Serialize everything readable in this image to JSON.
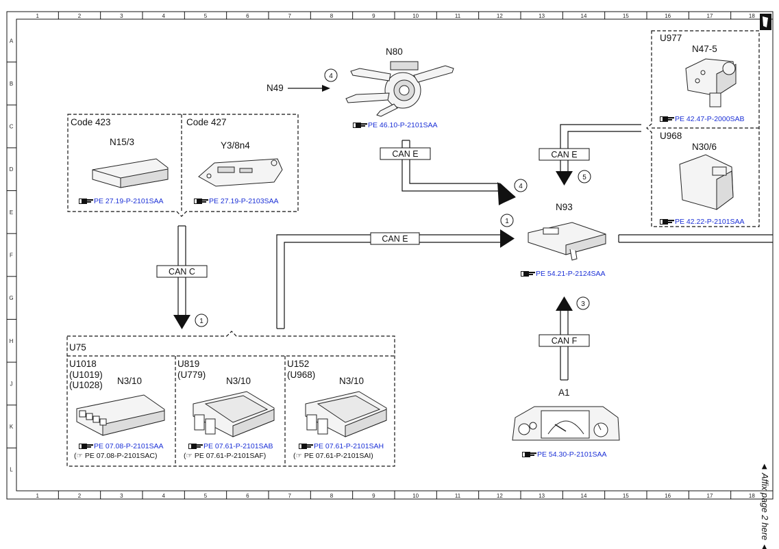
{
  "grid": {
    "columns": [
      "1",
      "2",
      "3",
      "4",
      "5",
      "6",
      "7",
      "8",
      "9",
      "10",
      "11",
      "12",
      "13",
      "14",
      "15",
      "16",
      "17",
      "18"
    ],
    "rows": [
      "A",
      "B",
      "C",
      "D",
      "E",
      "F",
      "G",
      "H",
      "J",
      "K",
      "L"
    ]
  },
  "side_note": "◄ Affix page 2 here ◄",
  "ref_icon": "pointing-hand-icon",
  "colors": {
    "reference": "#1a2fd6",
    "line": "#111111"
  },
  "groups": {
    "code423": {
      "title": "Code 423",
      "part": "N15/3",
      "ref": "PE 27.19-P-2101SAA"
    },
    "code427": {
      "title": "Code 427",
      "part": "Y3/8n4",
      "ref": "PE 27.19-P-2103SAA"
    },
    "u75": {
      "title": "U75"
    },
    "u1018": {
      "title1": "U1018",
      "title2": "(U1019)",
      "title3": "(U1028)",
      "part": "N3/10",
      "ref": "PE 07.08-P-2101SAA",
      "ref_alt": "(☞ PE 07.08-P-2101SAC)"
    },
    "u819": {
      "title1": "U819",
      "title2": "(U779)",
      "part": "N3/10",
      "ref": "PE 07.61-P-2101SAB",
      "ref_alt": "(☞ PE 07.61-P-2101SAF)"
    },
    "u152": {
      "title1": "U152",
      "title2": "(U968)",
      "part": "N3/10",
      "ref": "PE 07.61-P-2101SAH",
      "ref_alt": "(☞ PE 07.61-P-2101SAI)"
    },
    "u977": {
      "title": "U977",
      "part": "N47-5",
      "ref": "PE 42.47-P-2000SAB"
    },
    "u968": {
      "title": "U968",
      "part": "N30/6",
      "ref": "PE 42.22-P-2101SAA"
    }
  },
  "components": {
    "n80": {
      "part": "N80",
      "ref": "PE 46.10-P-2101SAA"
    },
    "n49": {
      "label": "N49"
    },
    "n93": {
      "part": "N93",
      "ref": "PE 54.21-P-2124SAA"
    },
    "a1": {
      "part": "A1",
      "ref": "PE 54.30-P-2101SAA"
    }
  },
  "buses": {
    "can_c": "CAN C",
    "can_e_top": "CAN E",
    "can_e_mid": "CAN E",
    "can_e_right": "CAN E",
    "can_f": "CAN F"
  },
  "markers": {
    "m1_left": "1",
    "m1_mid": "1",
    "m3": "3",
    "m4_top": "4",
    "m4_mid": "4",
    "m5": "5"
  }
}
